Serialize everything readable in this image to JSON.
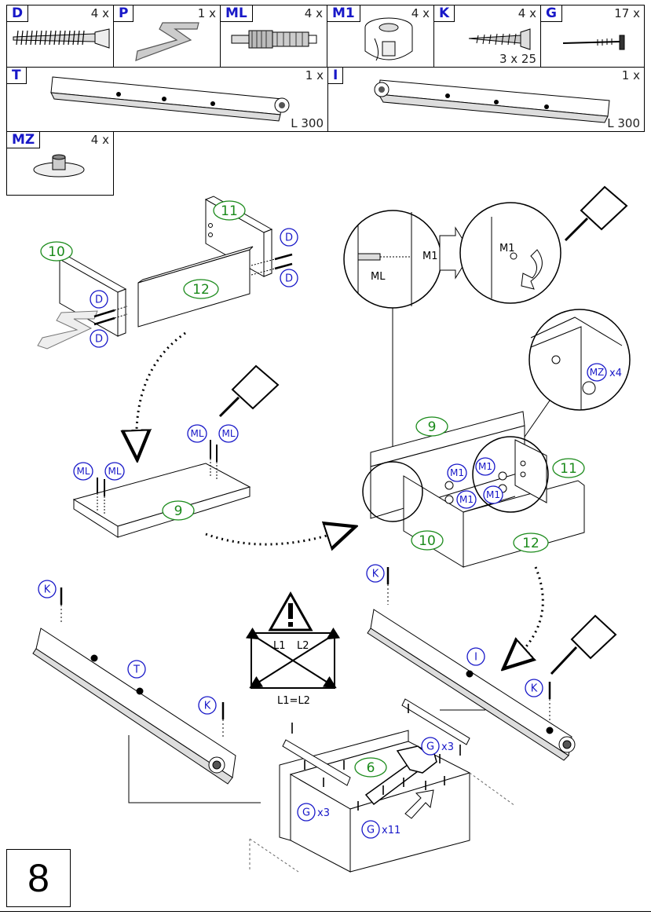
{
  "parts": [
    {
      "code": "D",
      "qty": "4 x",
      "icon": "long-screw"
    },
    {
      "code": "P",
      "qty": "1 x",
      "icon": "hex-key"
    },
    {
      "code": "ML",
      "qty": "4 x",
      "icon": "cam-dowel"
    },
    {
      "code": "M1",
      "qty": "4 x",
      "icon": "cam-lock"
    },
    {
      "code": "K",
      "qty": "4 x",
      "size": "3 x 25",
      "icon": "wood-screw"
    },
    {
      "code": "G",
      "qty": "17 x",
      "icon": "nail"
    },
    {
      "code": "T",
      "qty": "1 x",
      "length": "L 300",
      "icon": "drawer-rail-left"
    },
    {
      "code": "I",
      "qty": "1 x",
      "length": "L 300",
      "icon": "drawer-rail-right"
    },
    {
      "code": "MZ",
      "qty": "4 x",
      "icon": "furniture-foot"
    }
  ],
  "panels": {
    "p9": "9",
    "p10": "10",
    "p11": "11",
    "p12": "12",
    "p6": "6"
  },
  "callouts": {
    "D": "D",
    "ML": "ML",
    "M1": "M1",
    "MZ": "MZ",
    "x4": "x4",
    "K": "K",
    "T": "T",
    "I": "I",
    "G": "G",
    "x3": "x3",
    "x11": "x11",
    "ml_plain": "ML",
    "m1_plain": "M1"
  },
  "diagonal": {
    "L1": "L1",
    "L2": "L2",
    "rule": "L1=L2"
  },
  "step": "8"
}
